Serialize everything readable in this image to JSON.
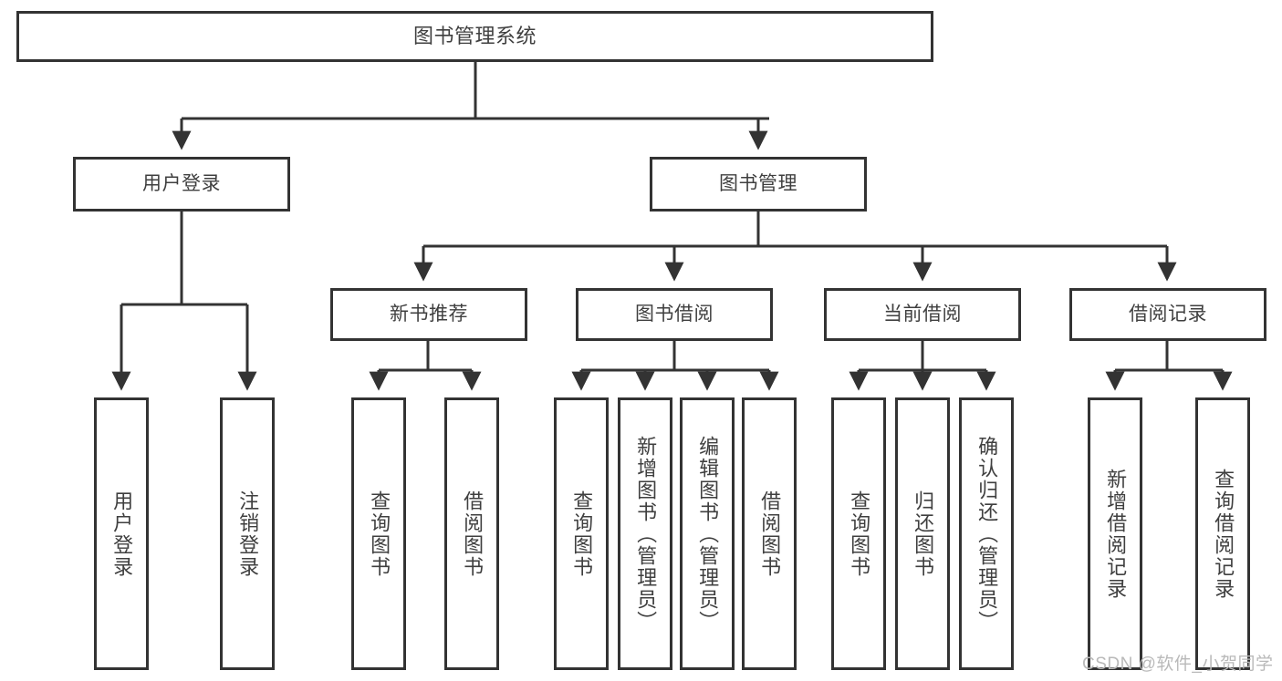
{
  "diagram": {
    "type": "hierarchy-tree",
    "title": "图书管理系统",
    "root": {
      "label": "图书管理系统"
    },
    "level2": [
      {
        "id": "user-login",
        "label": "用户登录"
      },
      {
        "id": "book-manage",
        "label": "图书管理"
      }
    ],
    "level3": [
      {
        "id": "new-book-rec",
        "label": "新书推荐"
      },
      {
        "id": "book-borrow",
        "label": "图书借阅"
      },
      {
        "id": "current-borrow",
        "label": "当前借阅"
      },
      {
        "id": "borrow-record",
        "label": "借阅记录"
      }
    ],
    "leaves": {
      "user_login": [
        {
          "id": "leaf-user-login",
          "label": "用户登录"
        },
        {
          "id": "leaf-logout-login",
          "label": "注销登录"
        }
      ],
      "new_book_rec": [
        {
          "id": "leaf-query-book-1",
          "label": "查询图书"
        },
        {
          "id": "leaf-borrow-book-1",
          "label": "借阅图书"
        }
      ],
      "book_borrow": [
        {
          "id": "leaf-query-book-2",
          "label": "查询图书"
        },
        {
          "id": "leaf-add-book",
          "label": "新增图书（管理员）"
        },
        {
          "id": "leaf-edit-book",
          "label": "编辑图书（管理员）"
        },
        {
          "id": "leaf-borrow-book-2",
          "label": "借阅图书"
        }
      ],
      "current_borrow": [
        {
          "id": "leaf-query-book-3",
          "label": "查询图书"
        },
        {
          "id": "leaf-return-book",
          "label": "归还图书"
        },
        {
          "id": "leaf-confirm-return",
          "label": "确认归还（管理员）"
        }
      ],
      "borrow_record": [
        {
          "id": "leaf-add-record",
          "label": "新增借阅记录"
        },
        {
          "id": "leaf-query-record",
          "label": "查询借阅记录"
        }
      ]
    },
    "colors": {
      "stroke": "#333333",
      "text": "#3f3f3f",
      "background": "#ffffff",
      "watermark": "#b9b9b9"
    }
  },
  "watermark": {
    "text": "CSDN @软件_小贺同学"
  }
}
